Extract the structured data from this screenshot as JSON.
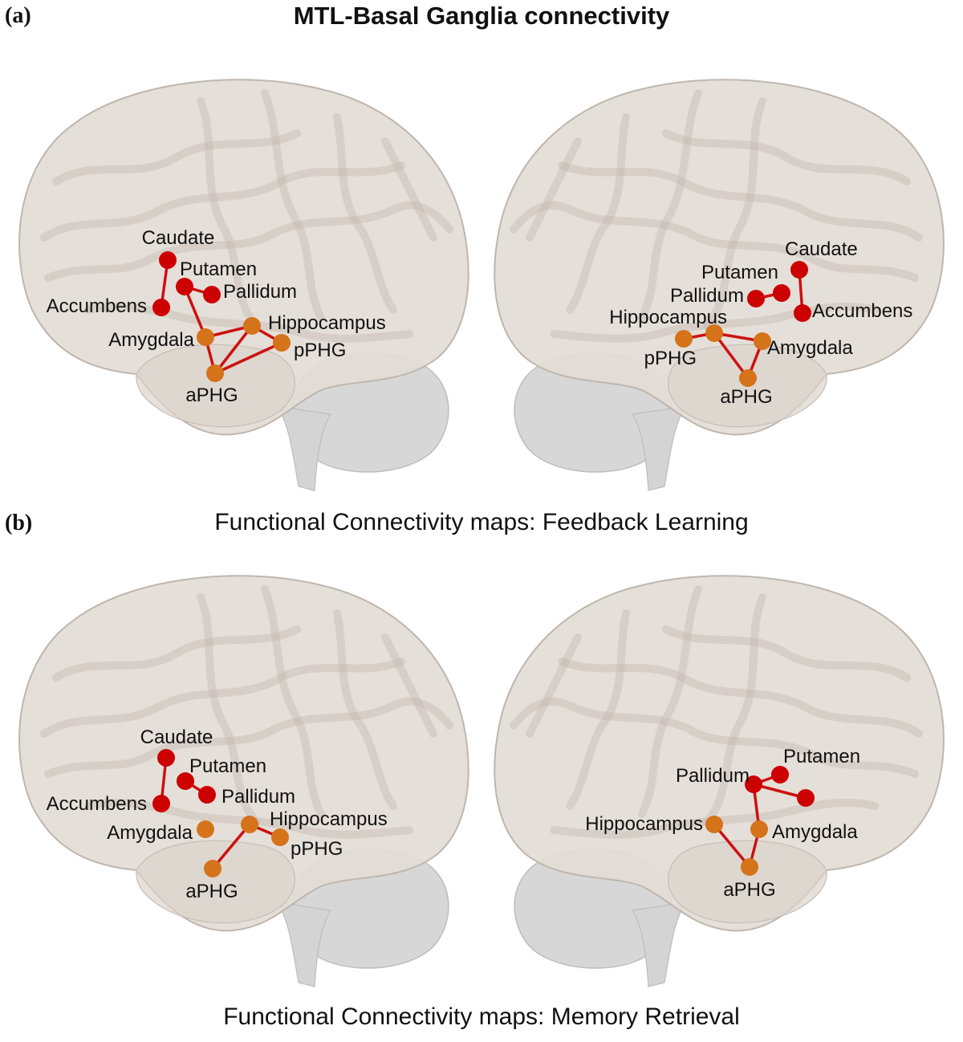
{
  "figure": {
    "panel_a_letter": "(a)",
    "panel_a_title": "MTL-Basal Ganglia connectivity",
    "panel_b_letter": "(b)",
    "panel_b_title": "Functional Connectivity maps: Feedback Learning",
    "panel_c_title": "Functional Connectivity maps: Memory Retrieval"
  },
  "colors": {
    "basal_ganglia_node": "#cc0000",
    "mtl_node": "#d4731a",
    "edge": "#cc1111",
    "brain_fill": "#e3dcd6",
    "brain_fold": "#c4bab2",
    "cerebellum": "#d7d7d7"
  },
  "brains": [
    {
      "view": "left",
      "nodes": [
        {
          "id": "caudate",
          "label": "Caudate",
          "group": "bg"
        },
        {
          "id": "putamen",
          "label": "Putamen",
          "group": "bg"
        },
        {
          "id": "pallidum",
          "label": "Pallidum",
          "group": "bg"
        },
        {
          "id": "accumbens",
          "label": "Accumbens",
          "group": "bg"
        },
        {
          "id": "amygdala",
          "label": "Amygdala",
          "group": "mtl"
        },
        {
          "id": "hippocampus",
          "label": "Hippocampus",
          "group": "mtl"
        },
        {
          "id": "pphg",
          "label": "pPHG",
          "group": "mtl"
        },
        {
          "id": "aphg",
          "label": "aPHG",
          "group": "mtl"
        }
      ],
      "edges": [
        [
          "caudate",
          "accumbens"
        ],
        [
          "putamen",
          "pallidum"
        ],
        [
          "putamen",
          "amygdala"
        ],
        [
          "amygdala",
          "hippocampus"
        ],
        [
          "amygdala",
          "aphg"
        ],
        [
          "hippocampus",
          "pphg"
        ],
        [
          "hippocampus",
          "aphg"
        ],
        [
          "pphg",
          "aphg"
        ]
      ]
    },
    {
      "view": "right",
      "nodes": [
        {
          "id": "caudate",
          "label": "Caudate",
          "group": "bg"
        },
        {
          "id": "putamen",
          "label": "Putamen",
          "group": "bg"
        },
        {
          "id": "pallidum",
          "label": "Pallidum",
          "group": "bg"
        },
        {
          "id": "accumbens",
          "label": "Accumbens",
          "group": "bg"
        },
        {
          "id": "hippocampus",
          "label": "Hippocampus",
          "group": "mtl"
        },
        {
          "id": "pphg",
          "label": "pPHG",
          "group": "mtl"
        },
        {
          "id": "amygdala",
          "label": "Amygdala",
          "group": "mtl"
        },
        {
          "id": "aphg",
          "label": "aPHG",
          "group": "mtl"
        }
      ],
      "edges": [
        [
          "caudate",
          "accumbens"
        ],
        [
          "pallidum",
          "putamen"
        ],
        [
          "pphg",
          "hippocampus"
        ],
        [
          "hippocampus",
          "amygdala"
        ],
        [
          "hippocampus",
          "aphg"
        ],
        [
          "amygdala",
          "aphg"
        ]
      ]
    },
    {
      "view": "left",
      "nodes": [
        {
          "id": "caudate",
          "label": "Caudate",
          "group": "bg"
        },
        {
          "id": "putamen",
          "label": "Putamen",
          "group": "bg"
        },
        {
          "id": "pallidum",
          "label": "Pallidum",
          "group": "bg"
        },
        {
          "id": "accumbens",
          "label": "Accumbens",
          "group": "bg"
        },
        {
          "id": "amygdala",
          "label": "Amygdala",
          "group": "mtl"
        },
        {
          "id": "hippocampus",
          "label": "Hippocampus",
          "group": "mtl"
        },
        {
          "id": "pphg",
          "label": "pPHG",
          "group": "mtl"
        },
        {
          "id": "aphg",
          "label": "aPHG",
          "group": "mtl"
        }
      ],
      "edges": [
        [
          "caudate",
          "accumbens"
        ],
        [
          "putamen",
          "pallidum"
        ],
        [
          "hippocampus",
          "aphg"
        ],
        [
          "hippocampus",
          "pphg"
        ]
      ]
    },
    {
      "view": "right",
      "nodes": [
        {
          "id": "putamen",
          "label": "Putamen",
          "group": "bg"
        },
        {
          "id": "pallidum",
          "label": "Pallidum",
          "group": "bg"
        },
        {
          "id": "accumbens",
          "label": "",
          "group": "bg"
        },
        {
          "id": "hippocampus",
          "label": "Hippocampus",
          "group": "mtl"
        },
        {
          "id": "amygdala",
          "label": "Amygdala",
          "group": "mtl"
        },
        {
          "id": "aphg",
          "label": "aPHG",
          "group": "mtl"
        }
      ],
      "edges": [
        [
          "pallidum",
          "putamen"
        ],
        [
          "pallidum",
          "accumbens"
        ],
        [
          "pallidum",
          "amygdala"
        ],
        [
          "hippocampus",
          "aphg"
        ],
        [
          "amygdala",
          "aphg"
        ]
      ]
    }
  ]
}
